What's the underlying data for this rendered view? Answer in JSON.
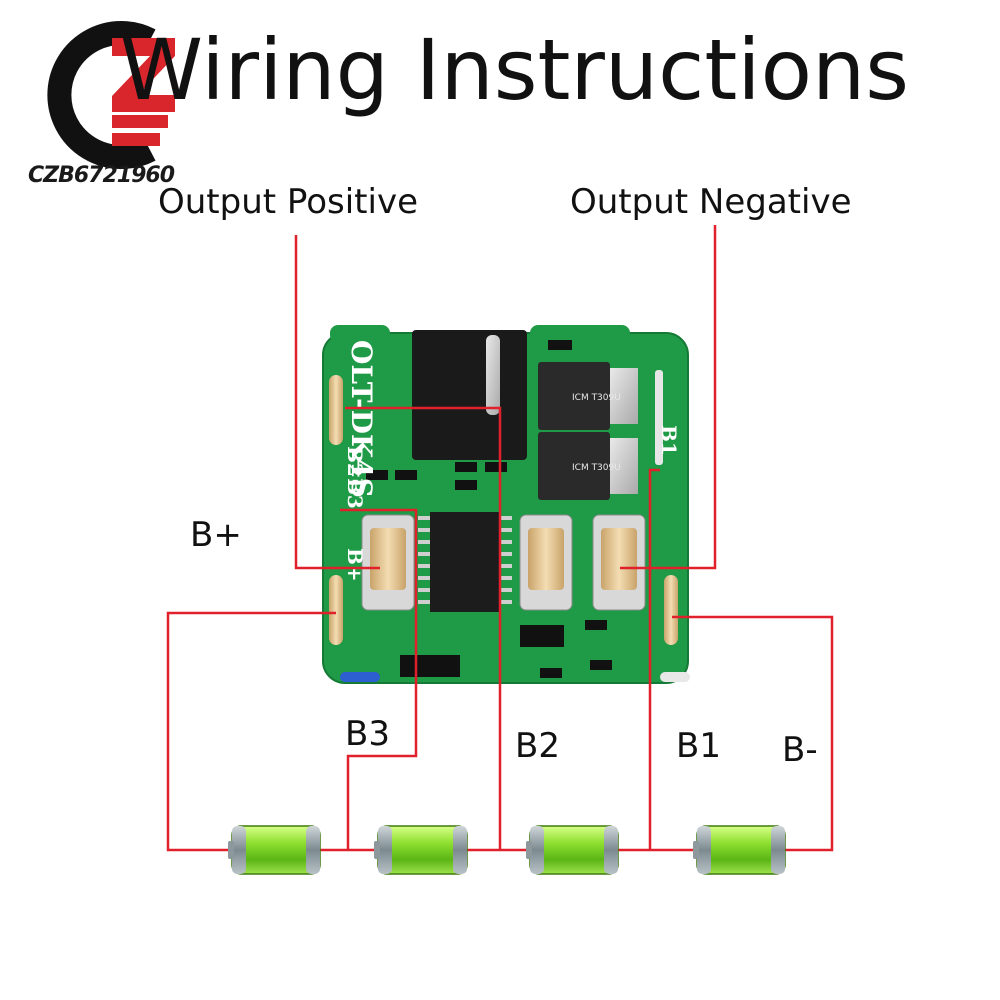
{
  "title": "Wiring Instructions",
  "watermark": "CZB6721960",
  "labels": {
    "output_positive": "Output Positive",
    "output_negative": "Output Negative",
    "b_plus": "B+",
    "b3": "B3",
    "b2": "B2",
    "b1": "B1",
    "b_minus": "B-"
  },
  "board": {
    "model": "OLT-DK4S",
    "pads": [
      "B1",
      "B2",
      "B3",
      "B+"
    ],
    "mosfet_text": "ICM T309U"
  },
  "colors": {
    "wire": "#e0202a",
    "pcb": "#1e9a45",
    "battery": "#7ed321",
    "logo_red": "#d9262c"
  },
  "battery_count": 4
}
